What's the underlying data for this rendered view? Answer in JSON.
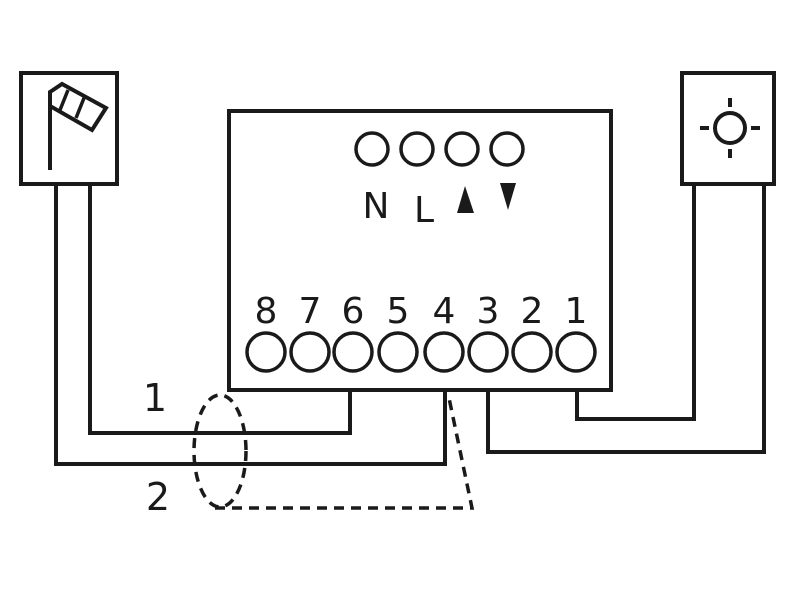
{
  "diagram": {
    "supply_terminal_labels": [
      "N",
      "L"
    ],
    "control_terminal_labels": [
      "1",
      "2",
      "3",
      "4",
      "5",
      "6",
      "7",
      "8"
    ],
    "wire_labels": [
      "1",
      "2"
    ],
    "icons": {
      "left_sensor": "wind-sensor-icon",
      "right_sensor": "sun-sensor-icon",
      "supply_up": "arrow-up-icon",
      "supply_down": "arrow-down-icon"
    },
    "colors": {
      "line": "#1a1a1a",
      "background": "#ffffff"
    }
  }
}
